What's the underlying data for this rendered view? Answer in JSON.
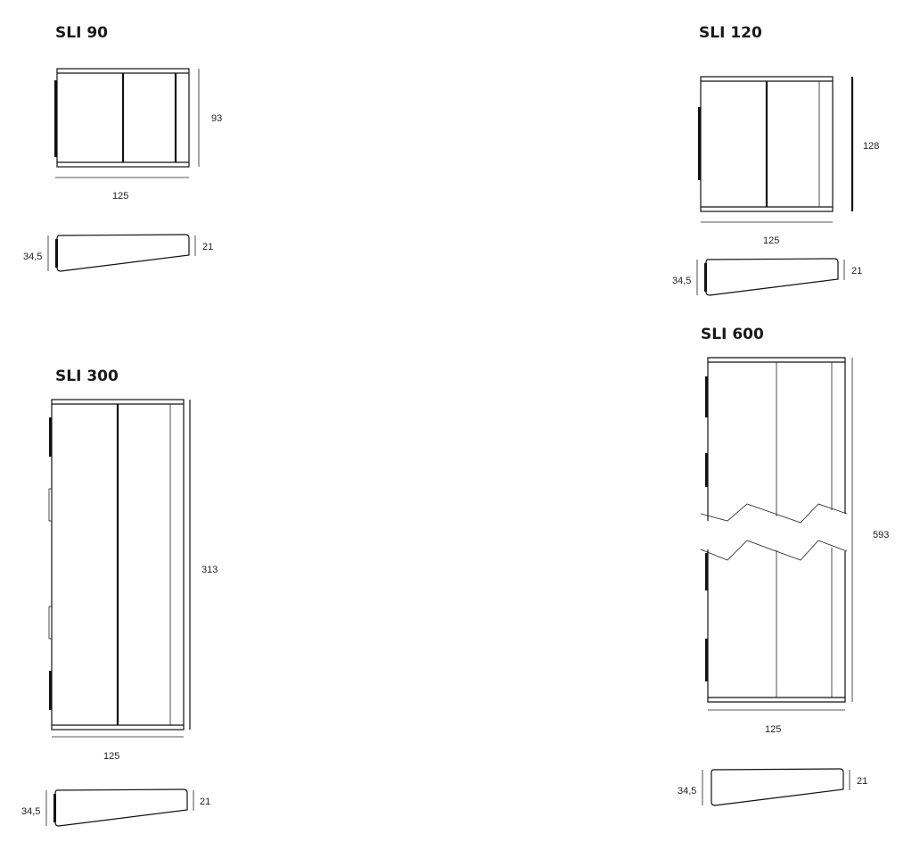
{
  "diagram": {
    "models": [
      {
        "id": "sli-90",
        "title": "SLI 90",
        "width_label": "125",
        "height_label": "93",
        "profile_depth_label": "34,5",
        "profile_thickness_label": "21"
      },
      {
        "id": "sli-120",
        "title": "SLI 120",
        "width_label": "125",
        "height_label": "128",
        "profile_depth_label": "34,5",
        "profile_thickness_label": "21"
      },
      {
        "id": "sli-300",
        "title": "SLI 300",
        "width_label": "125",
        "height_label": "313",
        "profile_depth_label": "34,5",
        "profile_thickness_label": "21"
      },
      {
        "id": "sli-600",
        "title": "SLI 600",
        "width_label": "125",
        "height_label": "593",
        "profile_depth_label": "34,5",
        "profile_thickness_label": "21"
      }
    ]
  },
  "colors": {
    "line": "#111111",
    "background": "#ffffff",
    "text": "#1a1a1a"
  }
}
